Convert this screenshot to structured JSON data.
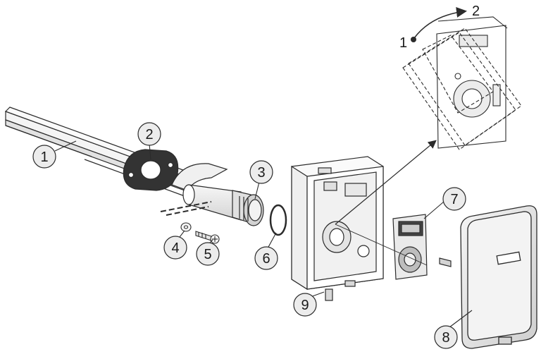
{
  "colors": {
    "line": "#2b2b2b",
    "light_fill": "#f2f2f2",
    "mid_fill": "#d9d9d9",
    "dark_fill": "#333333",
    "callout_fill": "#ececec",
    "cover_fill": "#e6e6e6"
  },
  "callouts": {
    "c1": "1",
    "c2": "2",
    "c3": "3",
    "c4": "4",
    "c5": "5",
    "c6": "6",
    "c7": "7",
    "c8": "8",
    "c9": "9"
  },
  "rotation": {
    "start_label": "1",
    "end_label": "2"
  }
}
